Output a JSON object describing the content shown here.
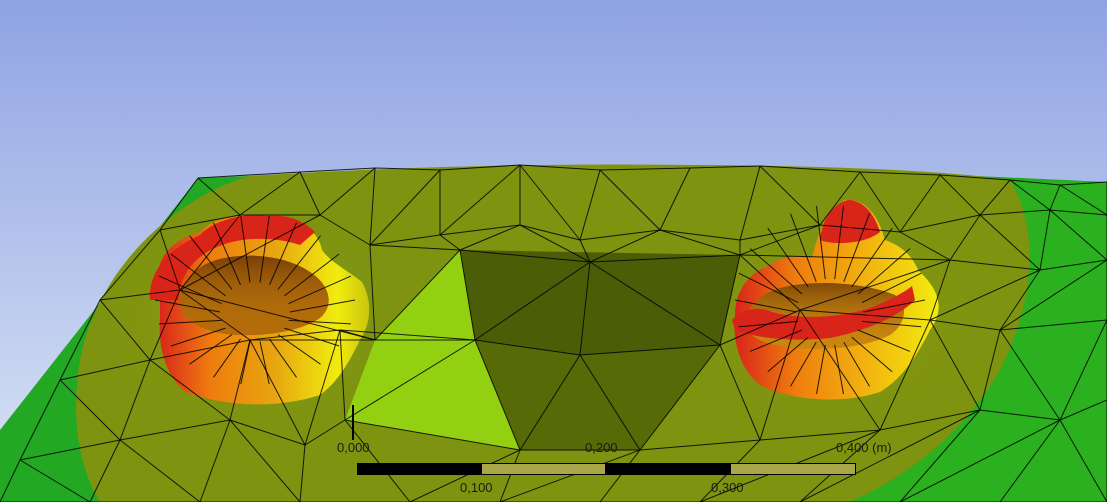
{
  "viewport": {
    "background_top": "#93a6e4",
    "background_bottom": "#d7e2f4",
    "contour_colors": [
      "#1fa81f",
      "#5f9e0c",
      "#7f9410",
      "#9ac91a",
      "#f1ec0f",
      "#f2b40f",
      "#ee7d0e",
      "#d9241a"
    ]
  },
  "scale": {
    "labels_top": [
      "0,000",
      "0,200",
      "0,400 (m)"
    ],
    "labels_bottom": [
      "0,100",
      "0,300"
    ],
    "segment_fills": [
      "#000000",
      "#a8a84a",
      "#000000",
      "#a8a84a"
    ]
  }
}
